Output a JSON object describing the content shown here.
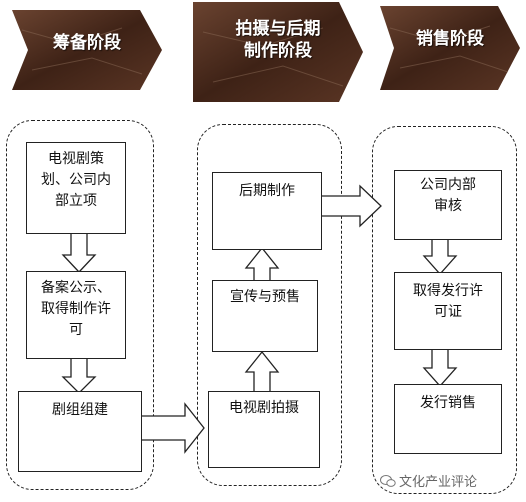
{
  "stages": [
    {
      "title_lines": [
        "筹备阶段"
      ]
    },
    {
      "title_lines": [
        "拍摄与后期",
        "制作阶段"
      ]
    },
    {
      "title_lines": [
        "销售阶段"
      ]
    }
  ],
  "boxes": {
    "planning": [
      "电视剧策",
      "划、公司内",
      "部立项"
    ],
    "filing": [
      "备案公示、",
      "取得制作许",
      "可"
    ],
    "crew": [
      "剧组组建"
    ],
    "shooting": [
      "电视剧拍摄"
    ],
    "promotion": [
      "宣传与预售"
    ],
    "post": [
      "后期制作"
    ],
    "review": [
      "公司内部",
      "审核"
    ],
    "license": [
      "取得发行许",
      "可证"
    ],
    "distribution": [
      "发行销售"
    ]
  },
  "watermark": "文化产业评论",
  "colors": {
    "banner": "#4a2a1b",
    "line": "#222222",
    "watermark": "#666666"
  }
}
